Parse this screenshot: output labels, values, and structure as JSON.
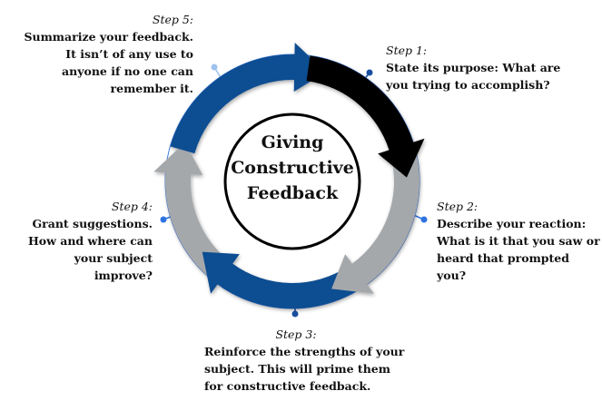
{
  "title": [
    "Giving",
    "Constructive",
    "Feedback"
  ],
  "colors": {
    "dark_blue": "#0b4d91",
    "black": "#000000",
    "gray": "#a5a8ab",
    "connector_dark": "#1a4fa0",
    "connector_mid": "#2f74e0",
    "connector_light": "#9ec2ef"
  },
  "steps": [
    {
      "label": "Step 1:",
      "lines": [
        "State its purpose: What are",
        "you trying to accomplish?"
      ]
    },
    {
      "label": "Step 2:",
      "lines": [
        "Describe your reaction:",
        "What is it that you saw or",
        "heard that prompted you?"
      ]
    },
    {
      "label": "Step 3:",
      "lines": [
        "Reinforce the strengths of your",
        "subject. This will prime them",
        "for constructive feedback."
      ]
    },
    {
      "label": "Step 4:",
      "lines": [
        "Grant suggestions.",
        "How and where can",
        "your subject",
        "improve?"
      ]
    },
    {
      "label": "Step 5:",
      "lines": [
        "Summarize your feedback.",
        "It isn’t of any use to",
        "anyone if no one can",
        "remember it."
      ]
    }
  ]
}
